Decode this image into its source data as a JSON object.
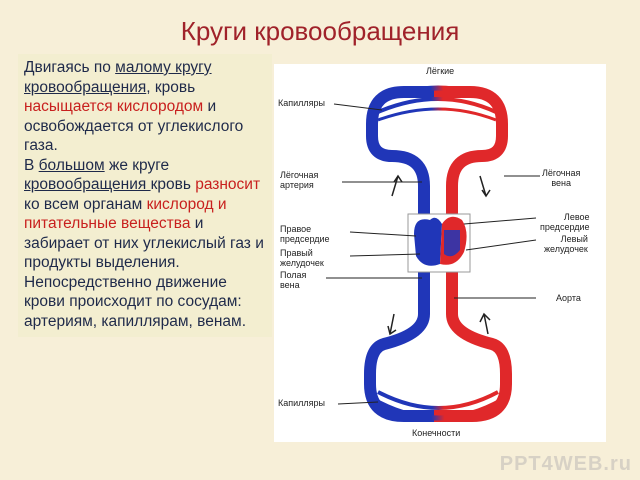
{
  "title": "Круги кровообращения",
  "text": {
    "p1_a": "Двигаясь по ",
    "p1_link1": "малому кругу кровообращения",
    "p1_b": ", кровь ",
    "p1_red": "насыщается кислородом",
    "p1_c": " и освобождается от углекислого газа.",
    "p2_a": "В ",
    "p2_link1": "большом",
    "p2_b": " же круге ",
    "p2_link2": "кровообращения ",
    "p2_c": "кровь ",
    "p2_red1": "разносит",
    "p2_d": " ко всем органам ",
    "p2_red2": "кислород и питательные вещества",
    "p2_e": " и забирает от них углекислый газ и продукты выделения.",
    "p3": "Непосредственно движение крови происходит по сосудам: артериям, капиллярам, венам."
  },
  "diagram": {
    "labels": {
      "lungs": "Лёгкие",
      "capillaries_top": "Капилляры",
      "pulm_artery_1": "Лёгочная",
      "pulm_artery_2": "артерия",
      "pulm_vein_1": "Лёгочная",
      "pulm_vein_2": "вена",
      "right_atrium_1": "Правое",
      "right_atrium_2": "предсердие",
      "right_vent_1": "Правый",
      "right_vent_2": "желудочек",
      "vena_1": "Полая",
      "vena_2": "вена",
      "left_atrium_1": "Левое",
      "left_atrium_2": "предсердие",
      "left_vent_1": "Левый",
      "left_vent_2": "желудочек",
      "aorta": "Аорта",
      "capillaries_bottom": "Капилляры",
      "limbs": "Конечности"
    },
    "colors": {
      "arterial": "#e0282a",
      "venous": "#2036b8"
    }
  },
  "watermark": "PPT4WEB.ru"
}
